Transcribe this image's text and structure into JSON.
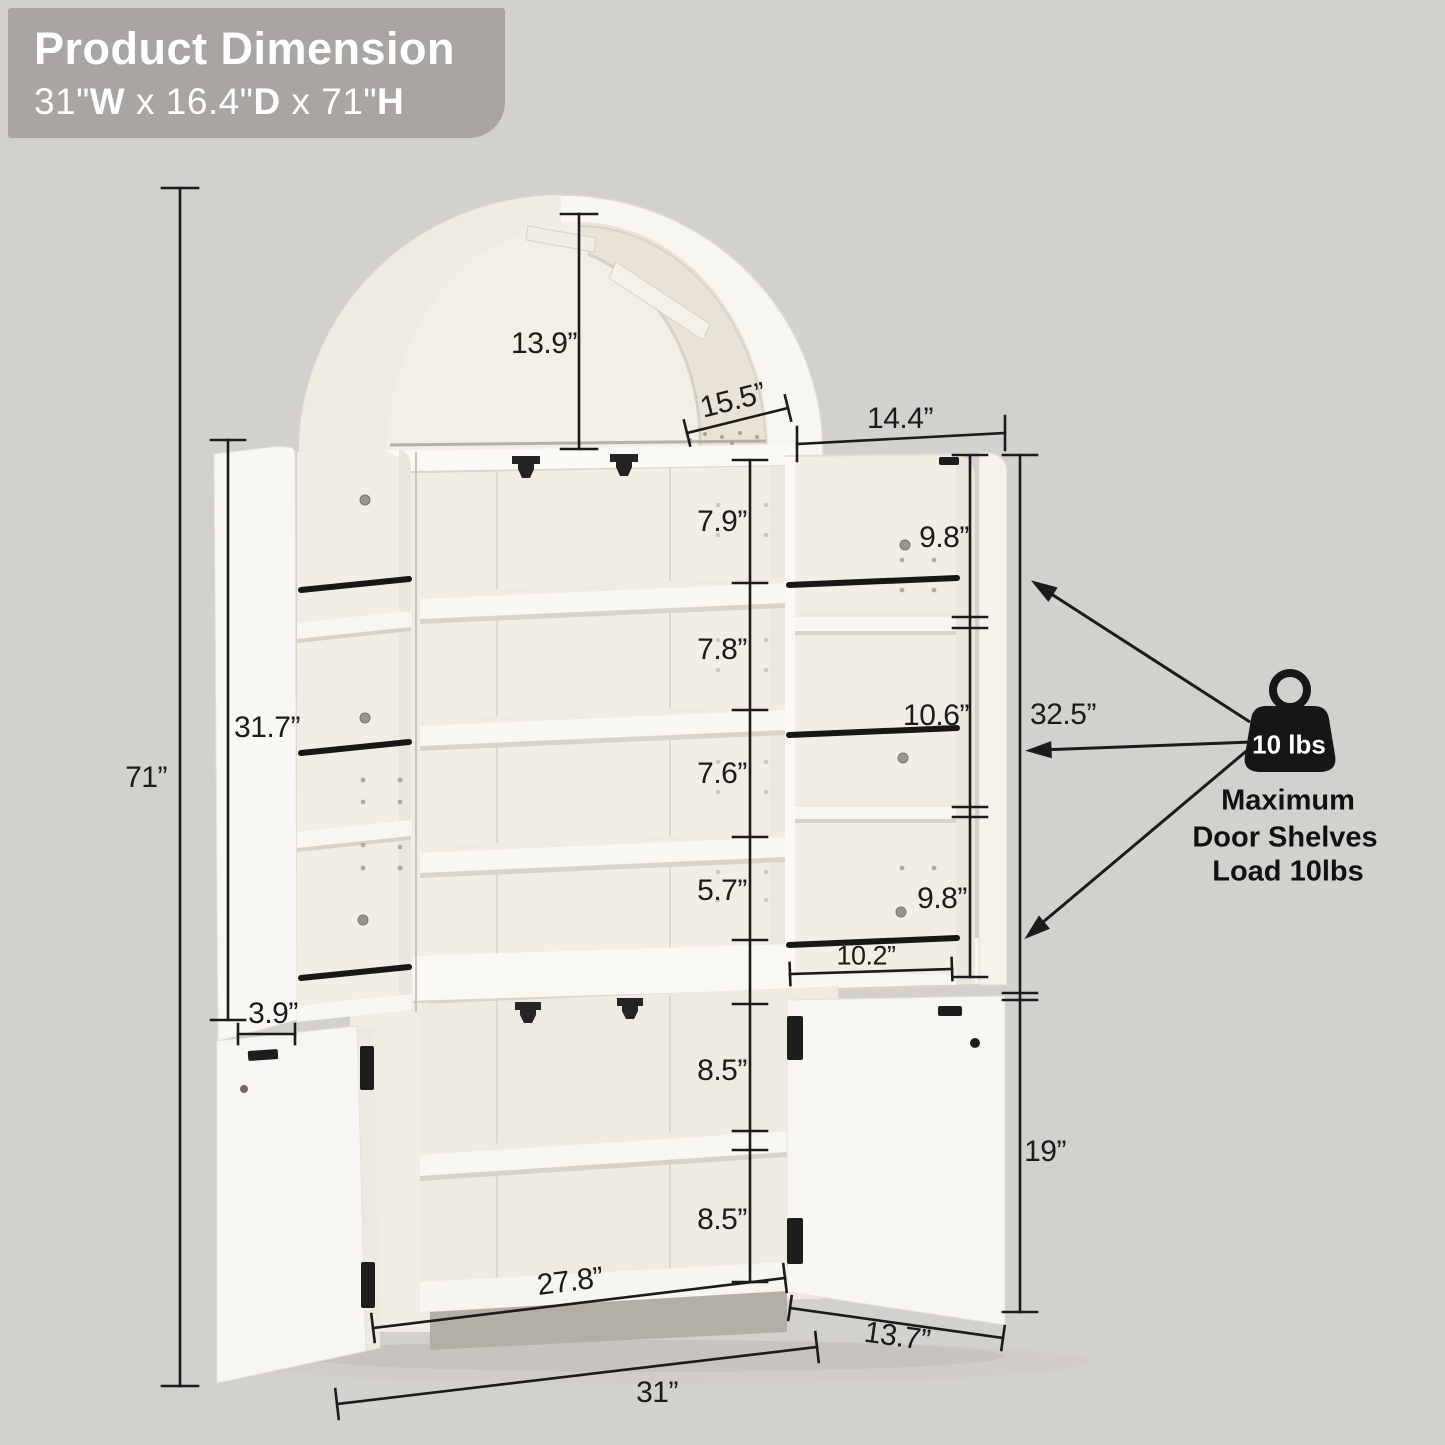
{
  "header": {
    "title": "Product Dimension",
    "separator": " x ",
    "dims": [
      {
        "value": "31\"",
        "unit": "W"
      },
      {
        "value": "16.4\"",
        "unit": "D"
      },
      {
        "value": "71\"",
        "unit": "H"
      }
    ]
  },
  "dims": {
    "d71": "71”",
    "d317": "31.7”",
    "d39": "3.9”",
    "d139": "13.9”",
    "d155": "15.5”",
    "d144": "14.4”",
    "d79": "7.9”",
    "d78": "7.8”",
    "d76": "7.6”",
    "d57": "5.7”",
    "d98a": "9.8”",
    "d106": "10.6”",
    "d98b": "9.8”",
    "d102": "10.2”",
    "d325": "32.5”",
    "d85a": "8.5”",
    "d85b": "8.5”",
    "d278": "27.8”",
    "d19": "19”",
    "d137": "13.7”",
    "d31": "31”"
  },
  "load_badge": {
    "weight": "10 lbs",
    "line1": "Maximum",
    "line2": "Door Shelves",
    "line3": "Load 10lbs"
  },
  "colors": {
    "background": "#d3d1ce",
    "banner": "#a8a5a2",
    "annotation": "#1b1b1b",
    "cabinet_white": "#f8f6f1",
    "hardware_black": "#1d1d1d"
  }
}
